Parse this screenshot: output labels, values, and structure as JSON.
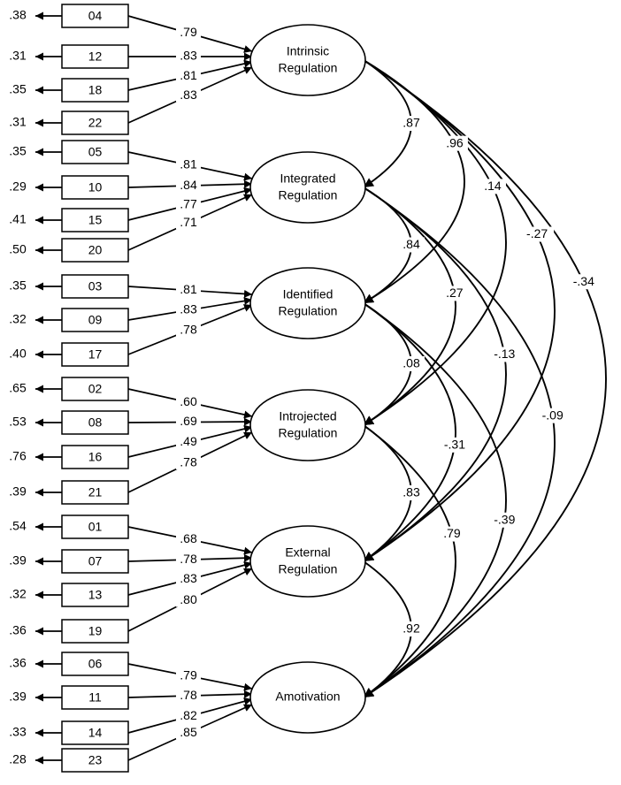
{
  "factors": [
    {
      "line1": "Intrinsic",
      "line2": "Regulation"
    },
    {
      "line1": "Integrated",
      "line2": "Regulation"
    },
    {
      "line1": "Identified",
      "line2": "Regulation"
    },
    {
      "line1": "Introjected",
      "line2": "Regulation"
    },
    {
      "line1": "External",
      "line2": "Regulation"
    },
    {
      "line1": "Amotivation",
      "line2": ""
    }
  ],
  "items": [
    {
      "id": "04",
      "error": ".38",
      "loading": ".79",
      "factor": 0
    },
    {
      "id": "12",
      "error": ".31",
      "loading": ".83",
      "factor": 0
    },
    {
      "id": "18",
      "error": ".35",
      "loading": ".81",
      "factor": 0
    },
    {
      "id": "22",
      "error": ".31",
      "loading": ".83",
      "factor": 0
    },
    {
      "id": "05",
      "error": ".35",
      "loading": ".81",
      "factor": 1
    },
    {
      "id": "10",
      "error": ".29",
      "loading": ".84",
      "factor": 1
    },
    {
      "id": "15",
      "error": ".41",
      "loading": ".77",
      "factor": 1
    },
    {
      "id": "20",
      "error": ".50",
      "loading": ".71",
      "factor": 1
    },
    {
      "id": "03",
      "error": ".35",
      "loading": ".81",
      "factor": 2
    },
    {
      "id": "09",
      "error": ".32",
      "loading": ".83",
      "factor": 2
    },
    {
      "id": "17",
      "error": ".40",
      "loading": ".78",
      "factor": 2
    },
    {
      "id": "02",
      "error": ".65",
      "loading": ".60",
      "factor": 3
    },
    {
      "id": "08",
      "error": ".53",
      "loading": ".69",
      "factor": 3
    },
    {
      "id": "16",
      "error": ".76",
      "loading": ".49",
      "factor": 3
    },
    {
      "id": "21",
      "error": ".39",
      "loading": ".78",
      "factor": 3
    },
    {
      "id": "01",
      "error": ".54",
      "loading": ".68",
      "factor": 4
    },
    {
      "id": "07",
      "error": ".39",
      "loading": ".78",
      "factor": 4
    },
    {
      "id": "13",
      "error": ".32",
      "loading": ".83",
      "factor": 4
    },
    {
      "id": "19",
      "error": ".36",
      "loading": ".80",
      "factor": 4
    },
    {
      "id": "06",
      "error": ".36",
      "loading": ".79",
      "factor": 5
    },
    {
      "id": "11",
      "error": ".39",
      "loading": ".78",
      "factor": 5
    },
    {
      "id": "14",
      "error": ".33",
      "loading": ".82",
      "factor": 5
    },
    {
      "id": "23",
      "error": ".28",
      "loading": ".85",
      "factor": 5
    }
  ],
  "correlations": [
    {
      "from": 0,
      "to": 1,
      "value": ".87"
    },
    {
      "from": 1,
      "to": 2,
      "value": ".84"
    },
    {
      "from": 2,
      "to": 3,
      "value": ".08"
    },
    {
      "from": 3,
      "to": 4,
      "value": ".83"
    },
    {
      "from": 4,
      "to": 5,
      "value": ".92"
    },
    {
      "from": 0,
      "to": 2,
      "value": ".96"
    },
    {
      "from": 1,
      "to": 3,
      "value": ".27"
    },
    {
      "from": 2,
      "to": 4,
      "value": "-.31"
    },
    {
      "from": 3,
      "to": 5,
      "value": ".79"
    },
    {
      "from": 1,
      "to": 4,
      "value": "-.13"
    },
    {
      "from": 2,
      "to": 5,
      "value": "-.39"
    },
    {
      "from": 0,
      "to": 3,
      "value": ".14"
    },
    {
      "from": 1,
      "to": 5,
      "value": "-.09"
    },
    {
      "from": 0,
      "to": 4,
      "value": "-.27"
    },
    {
      "from": 0,
      "to": 5,
      "value": "-.34"
    }
  ]
}
